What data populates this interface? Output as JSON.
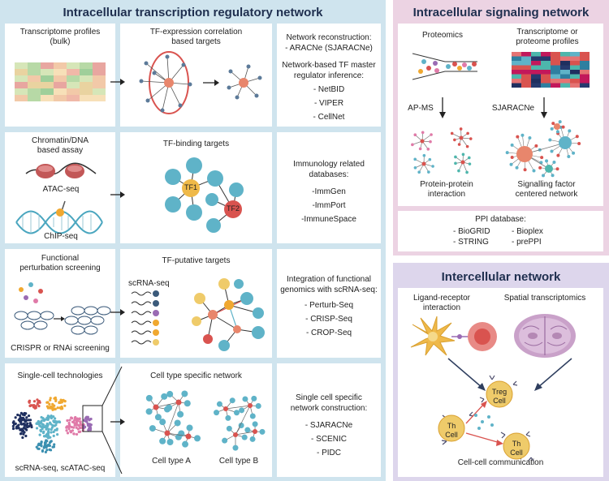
{
  "colors": {
    "left_panel_bg": "#cfe4ee",
    "signaling_bg": "#ecd3e3",
    "intercellular_bg": "#ddd6ec",
    "title_color": "#1f2f4f",
    "node_blue": "#5fb3c8",
    "node_red": "#d9534f",
    "node_orange": "#f0a830",
    "node_yellow": "#efcb6a"
  },
  "left_panel": {
    "title": "Intracellular transcription regulatory network",
    "row1": {
      "input_label": "Transcriptome profiles\n(bulk)",
      "targets_label": "TF-expression correlation\nbased targets",
      "methods": [
        "Network reconstruction:",
        "- ARACNe (SJARACNe)",
        "",
        "Network-based TF master\nregulator inference:",
        "- NetBID",
        "- VIPER",
        "- CellNet"
      ]
    },
    "row2": {
      "input_label": "Chromatin/DNA\nbased assay",
      "atac_label": "ATAC-seq",
      "chip_label": "ChIP-seq",
      "targets_label": "TF-binding targets",
      "tf1_label": "TF1",
      "tf2_label": "TF2",
      "methods": [
        "Immunology related\ndatabases:",
        "-ImmGen",
        "-ImmPort",
        "-ImmuneSpace"
      ]
    },
    "row3": {
      "input_label": "Functional\nperturbation screening",
      "screen_label": "CRISPR or RNAi screening",
      "targets_label": "TF-putative targets",
      "scrna_label": "scRNA-seq",
      "methods": [
        "Integration of functional\ngenomics with scRNA-seq:",
        "- Perturb-Seq",
        "- CRISP-Seq",
        "- CROP-Seq"
      ]
    },
    "row4": {
      "input_label": "Single-cell technologies",
      "assay_label": "scRNA-seq, scATAC-seq",
      "targets_label": "Cell type specific network",
      "cell_a_label": "Cell type A",
      "cell_b_label": "Cell type B",
      "methods": [
        "Single cell specific\nnetwork construction:",
        "- SJARACNe",
        "- SCENIC",
        "- PIDC"
      ]
    }
  },
  "signaling_panel": {
    "title": "Intracellular signaling network",
    "proteomics_label": "Proteomics",
    "profiles_label": "Transcriptome or\nproteome profiles",
    "apms_label": "AP-MS",
    "sjaracne_label": "SJARACNe",
    "ppi_label": "Protein-protein\ninteraction",
    "signalling_label": "Signalling factor\ncentered network",
    "ppi_db_title": "PPI database:",
    "ppi_db_col1": [
      "- BioGRID",
      "- STRING"
    ],
    "ppi_db_col2": [
      "- Bioplex",
      "- prePPI"
    ]
  },
  "intercellular_panel": {
    "title": "Intercellular network",
    "ligand_label": "Ligand-receptor\ninteraction",
    "spatial_label": "Spatial transcriptomics",
    "treg_label": "Treg\nCell",
    "th1_label": "Th\nCell",
    "th2_label": "Th\nCell",
    "communication_label": "Cell-cell communication"
  }
}
